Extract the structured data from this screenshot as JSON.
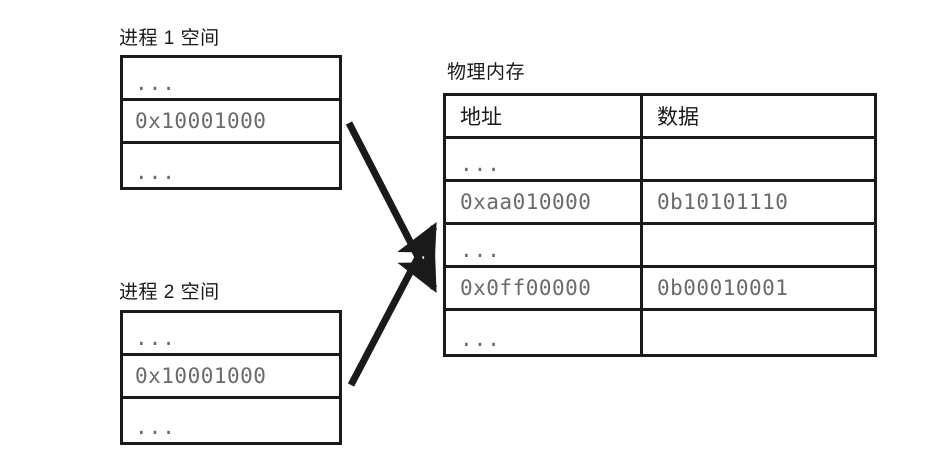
{
  "diagram": {
    "title_process1": "进程 1 空间",
    "title_process2": "进程 2 空间",
    "title_physical_memory": "物理内存",
    "ellipsis": "...",
    "empty": ""
  },
  "process1": {
    "label": "进程 1 空间",
    "rows": [
      {
        "text": "..."
      },
      {
        "text": "0x10001000"
      },
      {
        "text": "..."
      }
    ]
  },
  "process2": {
    "label": "进程 2 空间",
    "rows": [
      {
        "text": "..."
      },
      {
        "text": "0x10001000"
      },
      {
        "text": "..."
      }
    ]
  },
  "physical_memory": {
    "label": "物理内存",
    "columns": [
      "地址",
      "数据"
    ],
    "rows": [
      {
        "address": "...",
        "data": ""
      },
      {
        "address": "0xaa010000",
        "data": "0b10101110"
      },
      {
        "address": "...",
        "data": ""
      },
      {
        "address": "0x0ff00000",
        "data": "0b00010001"
      },
      {
        "address": "...",
        "data": ""
      }
    ]
  },
  "arrows": [
    {
      "name": "process1-to-physical",
      "from": "进程 1 空间 0x10001000",
      "to": "物理内存 0x0ff00000"
    },
    {
      "name": "process2-to-physical",
      "from": "进程 2 空间 0x10001000",
      "to": "物理内存 0xaa010000"
    }
  ],
  "colors": {
    "stroke": "#1a1a1a",
    "mono_text": "#6a6a6a",
    "background": "#ffffff"
  }
}
